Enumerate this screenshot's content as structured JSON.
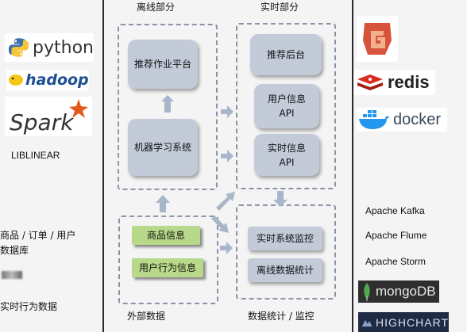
{
  "sections": {
    "offline": "离线部分",
    "realtime": "实时部分",
    "external": "外部数据",
    "stats": "数据统计 / 监控"
  },
  "offline_nodes": {
    "platform": "推荐作业平台",
    "ml": "机器学习系统"
  },
  "realtime_nodes": {
    "backend": "推荐后台",
    "user_info": [
      "用户信息",
      "API"
    ],
    "rt_info": [
      "实时信息",
      "API"
    ]
  },
  "external_nodes": {
    "product": "商品信息",
    "behavior": "用户行为信息"
  },
  "stats_nodes": {
    "rt_monitor": "实时系统监控",
    "offline_stats": "离线数据统计"
  },
  "left_column": {
    "logos": [
      "python",
      "hadoop",
      "Spark"
    ],
    "liblinear": "LIBLINEAR",
    "db": [
      "商品 / 订单 / 用户",
      "数据库"
    ],
    "rt_data": "实时行为数据"
  },
  "right_column": {
    "logos": [
      "redis",
      "docker"
    ],
    "services": [
      "Apache Kafka",
      "Apache Flume",
      "Apache Storm"
    ],
    "mongodb": "mongoDB",
    "highcharts": "HIGHCHART"
  },
  "colors": {
    "node_fill": "#c3cbd9",
    "external_fill": "#b8d98a",
    "arrow": "#a9b6c9",
    "dashed_border": "#8a94a6"
  },
  "icons": {
    "gitlab_like": "g-logo-icon",
    "redis": "redis-icon",
    "docker": "docker-whale-icon",
    "mongodb": "mongodb-leaf-icon",
    "highcharts": "highcharts-icon",
    "python": "python-icon",
    "hadoop": "hadoop-elephant-icon",
    "spark": "spark-star-icon"
  }
}
